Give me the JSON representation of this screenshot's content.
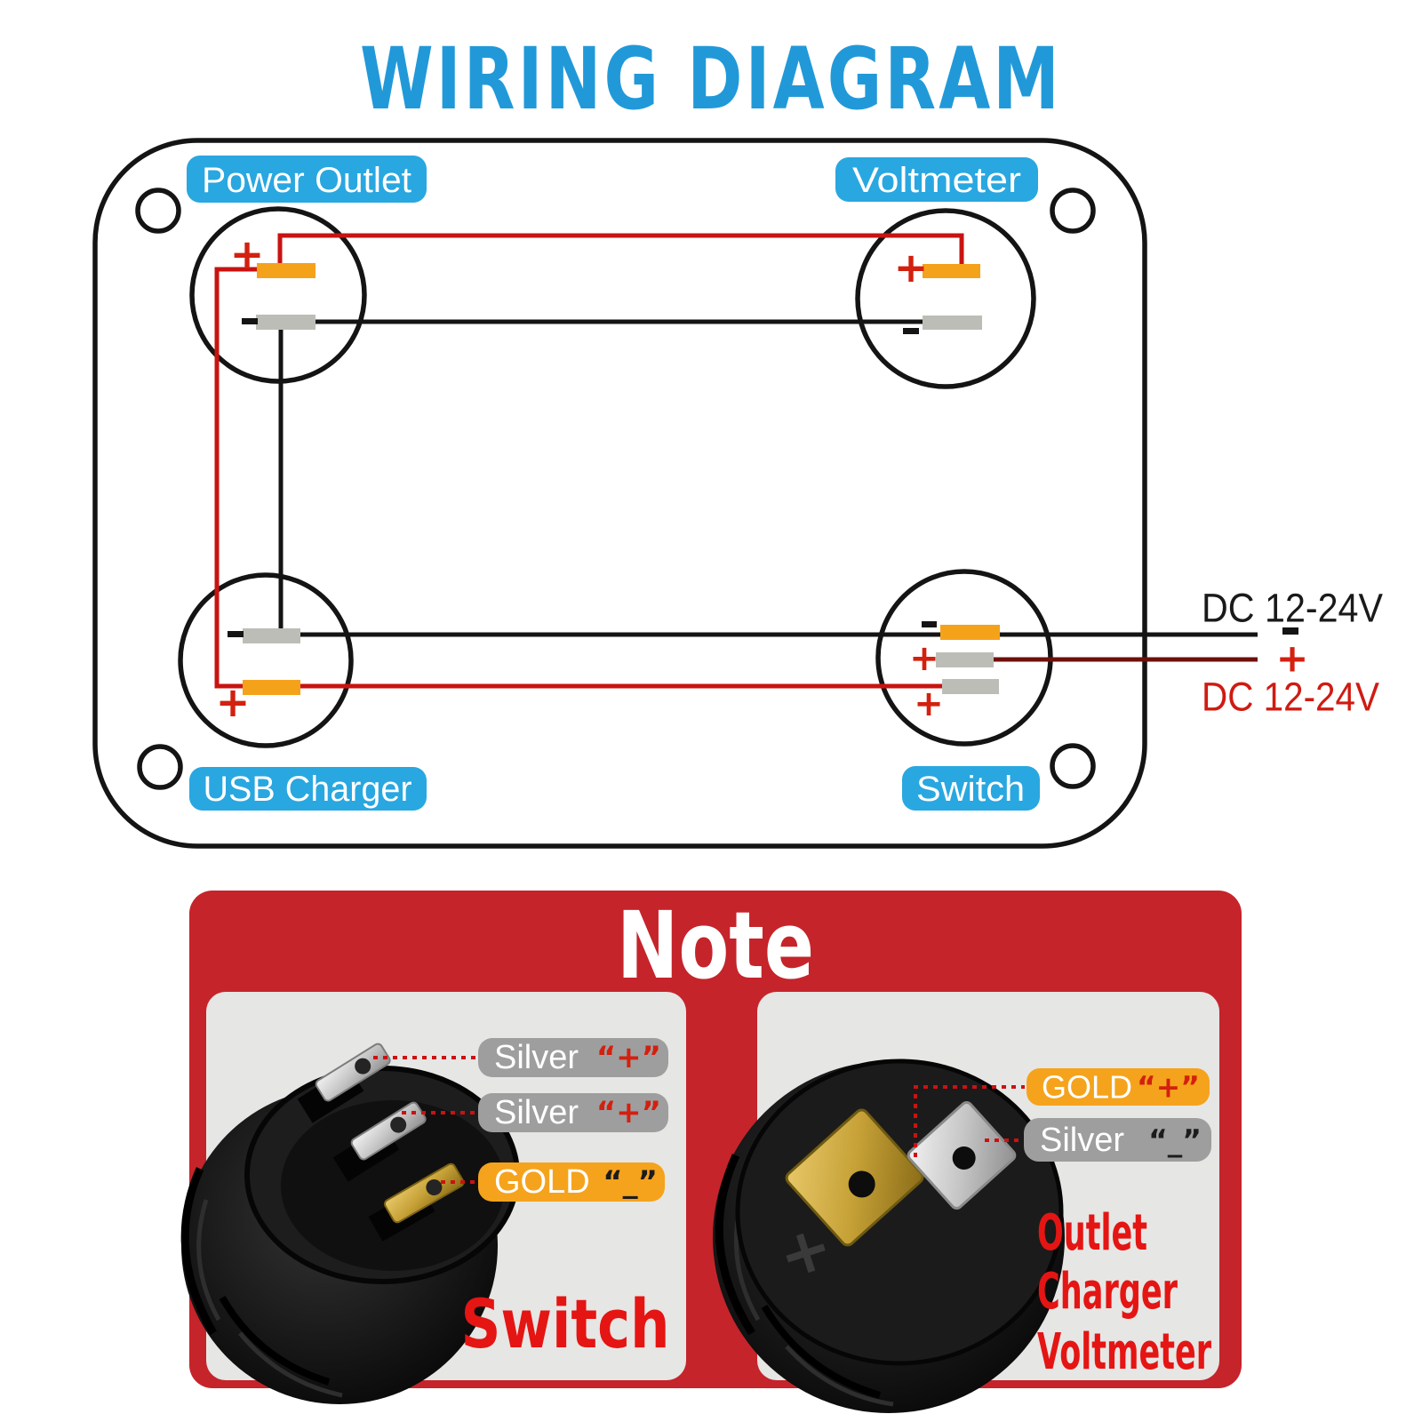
{
  "title": "WIRING DIAGRAM",
  "signs": {
    "plus": "+",
    "minus": "-"
  },
  "colors": {
    "title_blue": "#2199d8",
    "label_badge_blue": "#29a7e0",
    "wire_red": "#c81311",
    "wire_dark_red": "#6e100a",
    "wire_black": "#141414",
    "terminal_gold": "#f5a21b",
    "terminal_silver": "#bdbdb8",
    "sign_red": "#d3200f",
    "note_background_red": "#c5242b",
    "note_caption_red": "#e41513",
    "note_badge_gray": "#9e9e9e",
    "note_badge_orange": "#f5a31c",
    "note_panel_gray": "#e6e6e4"
  },
  "panel": {
    "labels": {
      "power_outlet": "Power Outlet",
      "voltmeter": "Voltmeter",
      "usb_charger": "USB Charger",
      "switch": "Switch"
    }
  },
  "supply": {
    "negative": "DC 12-24V",
    "positive": "DC 12-24V"
  },
  "note": {
    "title": "Note",
    "switch_panel": {
      "labels": [
        {
          "metal": "Silver",
          "polarity": "“+”"
        },
        {
          "metal": "Silver",
          "polarity": "“+”"
        },
        {
          "metal": "GOLD",
          "polarity": "“_”"
        }
      ],
      "caption": "Switch"
    },
    "outlet_panel": {
      "labels": [
        {
          "metal": "GOLD",
          "polarity": "“+”"
        },
        {
          "metal": "Silver",
          "polarity": "“_”"
        }
      ],
      "caption_lines": [
        "Outlet",
        "Charger",
        "Voltmeter"
      ]
    }
  }
}
